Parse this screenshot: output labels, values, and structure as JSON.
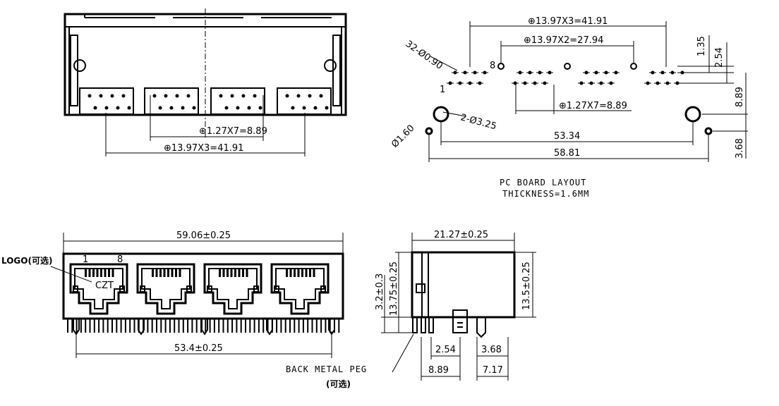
{
  "top_view": {
    "dim_pitch_small": "⊕1.27X7=8.89",
    "dim_pitch_port": "⊕13.97X3=41.91"
  },
  "pcb_layout": {
    "dim_top_41": "⊕13.97X3=41.91",
    "dim_top_27": "⊕13.97X2=27.94",
    "holes_small": "32-Ø0.90",
    "pin_1": "1",
    "pin_8": "8",
    "dim_8_89": "⊕1.27X7=8.89",
    "holes_large": "2-Ø3.25",
    "hole_peg": "Ø1.60",
    "dim_53_34": "53.34",
    "dim_58_81": "58.81",
    "dim_1_35": "1.35",
    "dim_2_54": "2.54",
    "dim_8_89_v": "8.89",
    "dim_3_68": "3.68",
    "title_line1": "PC BOARD LAYOUT",
    "title_line2": "THICKNESS=1.6MM"
  },
  "front_view": {
    "dim_width": "59.06±0.25",
    "dim_pitch": "53.4±0.25",
    "logo_label": "LOGO(可选)",
    "logo_text": "CZT",
    "pin_1": "1",
    "pin_8": "8"
  },
  "side_view": {
    "dim_width": "21.27±0.25",
    "dim_h_13_75": "13.75±0.25",
    "dim_h_13_5": "13.5±0.25",
    "dim_3_2": "3.2±0.3",
    "dim_2_54": "2.54",
    "dim_3_68": "3.68",
    "dim_8_89": "8.89",
    "dim_7_17": "7.17",
    "back_peg_label": "BACK METAL PEG",
    "back_peg_optional": "(可选)"
  }
}
